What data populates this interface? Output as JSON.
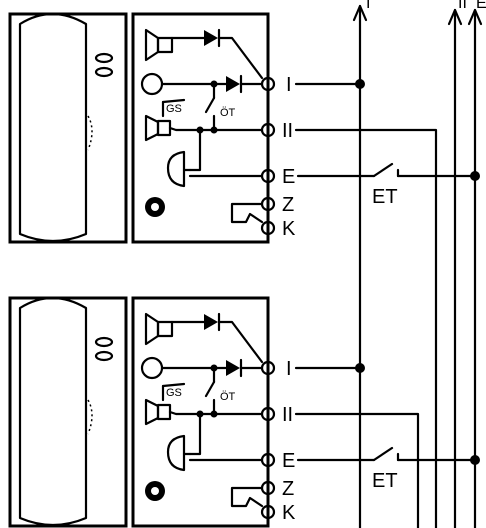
{
  "bus_labels": {
    "I": "I",
    "II": "II",
    "E": "E"
  },
  "units": [
    {
      "id": "upper",
      "terminals": [
        "I",
        "II",
        "E",
        "Z",
        "K"
      ],
      "labels": {
        "gs": "GS",
        "ot": "ÖT",
        "et": "ET"
      }
    },
    {
      "id": "lower",
      "terminals": [
        "I",
        "II",
        "E",
        "Z",
        "K"
      ],
      "labels": {
        "gs": "GS",
        "ot": "ÖT",
        "et": "ET"
      }
    }
  ],
  "colors": {
    "line": "#000000",
    "background": "#ffffff"
  }
}
